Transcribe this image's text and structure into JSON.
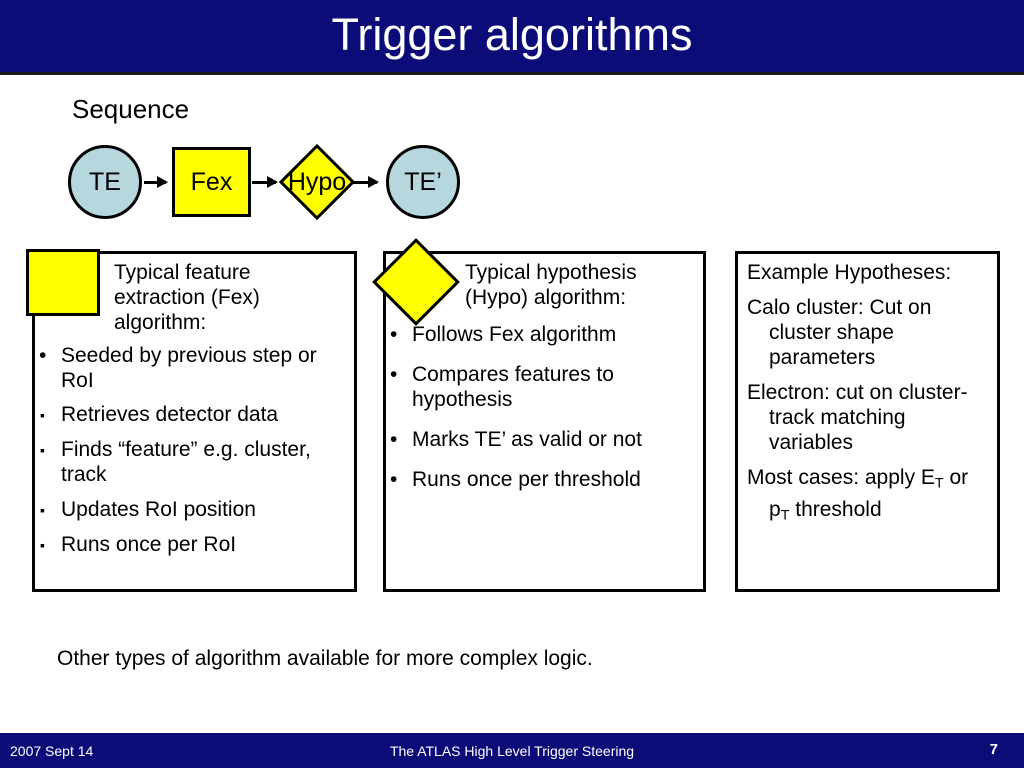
{
  "slide": {
    "title": "Trigger algorithms",
    "title_bg": "#0c0c78",
    "title_color": "#ffffff",
    "accent_yellow": "#ffff00",
    "accent_blue_node": "#b6d7de"
  },
  "sequence": {
    "label": "Sequence",
    "nodes": [
      {
        "id": "te",
        "label": "TE",
        "shape": "circle"
      },
      {
        "id": "fex",
        "label": "Fex",
        "shape": "rect"
      },
      {
        "id": "hypo",
        "label": "Hypo",
        "shape": "diamond"
      },
      {
        "id": "te-prime",
        "label": "TE’",
        "shape": "circle"
      }
    ]
  },
  "boxes": [
    {
      "id": "fex-box",
      "marker": "yellow-square",
      "heading_lines": [
        "Typical feature",
        "extraction (Fex)",
        "algorithm:"
      ],
      "items": [
        {
          "glyph": "•",
          "style": "round",
          "text": "Seeded by previous step or RoI"
        },
        {
          "glyph": "▪",
          "style": "square",
          "text": "Retrieves detector data"
        },
        {
          "glyph": "▪",
          "style": "square",
          "text": "Finds “feature” e.g. cluster, track"
        },
        {
          "glyph": "▪",
          "style": "square",
          "text": "Updates RoI position"
        },
        {
          "glyph": "▪",
          "style": "square",
          "text": "Runs once per RoI"
        }
      ]
    },
    {
      "id": "hypo-box",
      "marker": "yellow-diamond",
      "heading_lines": [
        "Typical hypothesis",
        "(Hypo) algorithm:"
      ],
      "items": [
        {
          "glyph": "•",
          "style": "round",
          "text": "Follows Fex algorithm"
        },
        {
          "glyph": "•",
          "style": "round",
          "text": "Compares features to hypothesis"
        },
        {
          "glyph": "•",
          "style": "round",
          "text": "Marks TE’ as valid or not"
        },
        {
          "glyph": "•",
          "style": "round",
          "text": "Runs once per threshold"
        }
      ]
    },
    {
      "id": "examples-box",
      "marker": "none",
      "paragraphs": [
        "Example Hypotheses:",
        "Calo cluster: Cut on cluster shape parameters",
        "Electron: cut on cluster-track matching variables"
      ],
      "last_paragraph": {
        "prefix": "Most cases: apply E",
        "sub1": "T",
        "middle": " or p",
        "sub2": "T",
        "suffix": " threshold"
      }
    }
  ],
  "footnote": "Other types of algorithm available for more complex logic.",
  "footer": {
    "date": "2007 Sept 14",
    "center": "The ATLAS High Level Trigger Steering",
    "page": "7"
  }
}
